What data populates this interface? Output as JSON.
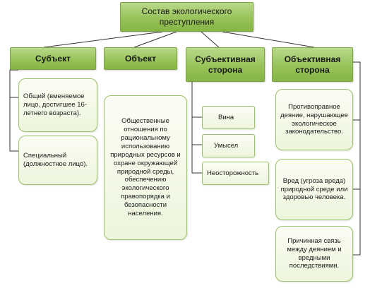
{
  "root": "Состав экологического преступления",
  "categories": {
    "subject": {
      "title": "Субъект",
      "items": [
        "Общий (вменяемое лицо, достигшее 16-летнего возраста).",
        "Специальный (должностное лицо)."
      ]
    },
    "object": {
      "title": "Объект",
      "items": [
        "Общественные отношения по рациональному использованию природных ресурсов и охране окружающей природной среды, обеспечению экологического правопорядка и безопасности населения."
      ]
    },
    "subjective": {
      "title": "Субъективная сторона",
      "items": [
        "Вина",
        "Умысел",
        "Неосторожность"
      ]
    },
    "objective": {
      "title": "Объективная сторона",
      "items": [
        "Противоправное деяние, нарушающее экологическое законодательство.",
        "Вред (угроза вреда) природной среде или здоровью человека.",
        "Причинная связь между деянием и вредными последствиями."
      ]
    }
  },
  "colors": {
    "header_fill": "#98c35a",
    "leaf_fill": "#f3f8e6",
    "leaf_border": "#9cc26a",
    "connector": "#333333"
  }
}
